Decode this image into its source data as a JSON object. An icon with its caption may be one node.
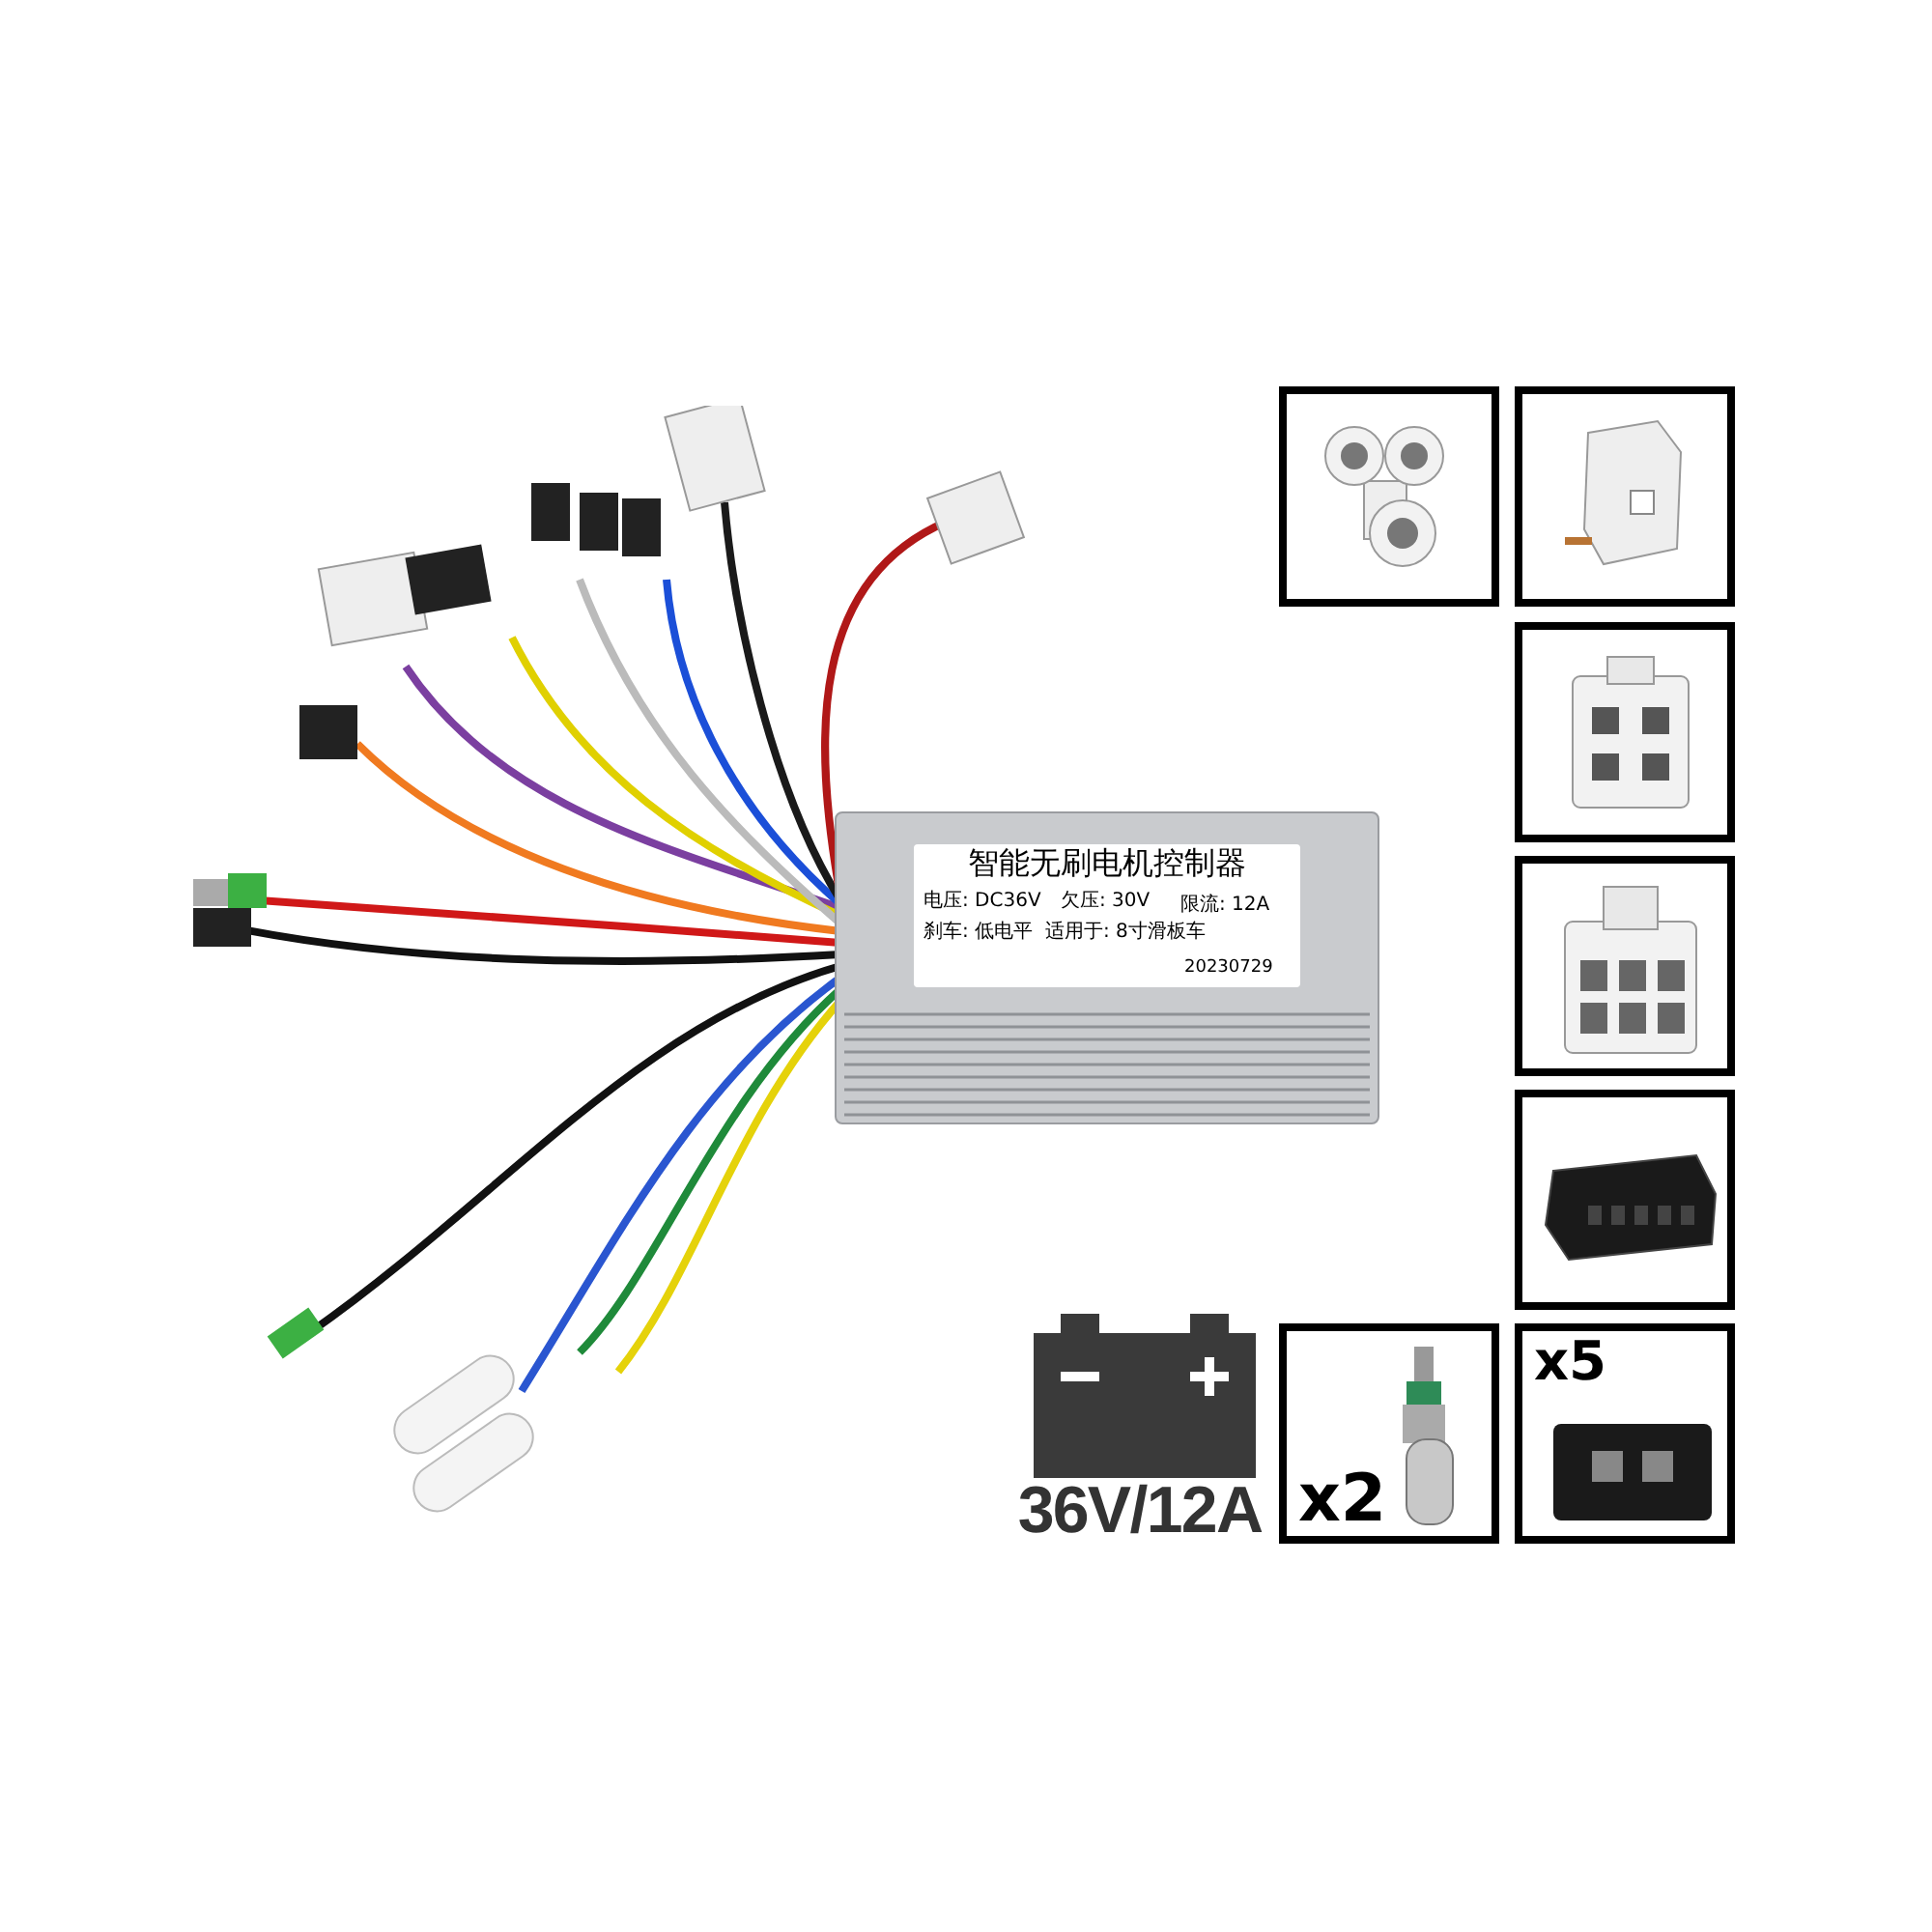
{
  "diagram": {
    "nodes": [
      {
        "text": [
          "智能无刷电机控制器",
          "电压: DC36V",
          "欠压: 30V",
          "限流: 12A",
          "刹车: 低电平",
          "适用于: 8寸滑板车",
          "20230729"
        ]
      },
      {
        "text": [],
        "shape": "picture"
      },
      {
        "text": [],
        "shape": "picture"
      },
      {
        "text": [],
        "shape": "picture"
      },
      {
        "text": [],
        "shape": "picture"
      },
      {
        "text": [],
        "shape": "picture"
      },
      {
        "text": [
          "x2"
        ]
      },
      {
        "text": [
          "x5"
        ]
      }
    ],
    "labels": [
      "36V/12A"
    ]
  }
}
